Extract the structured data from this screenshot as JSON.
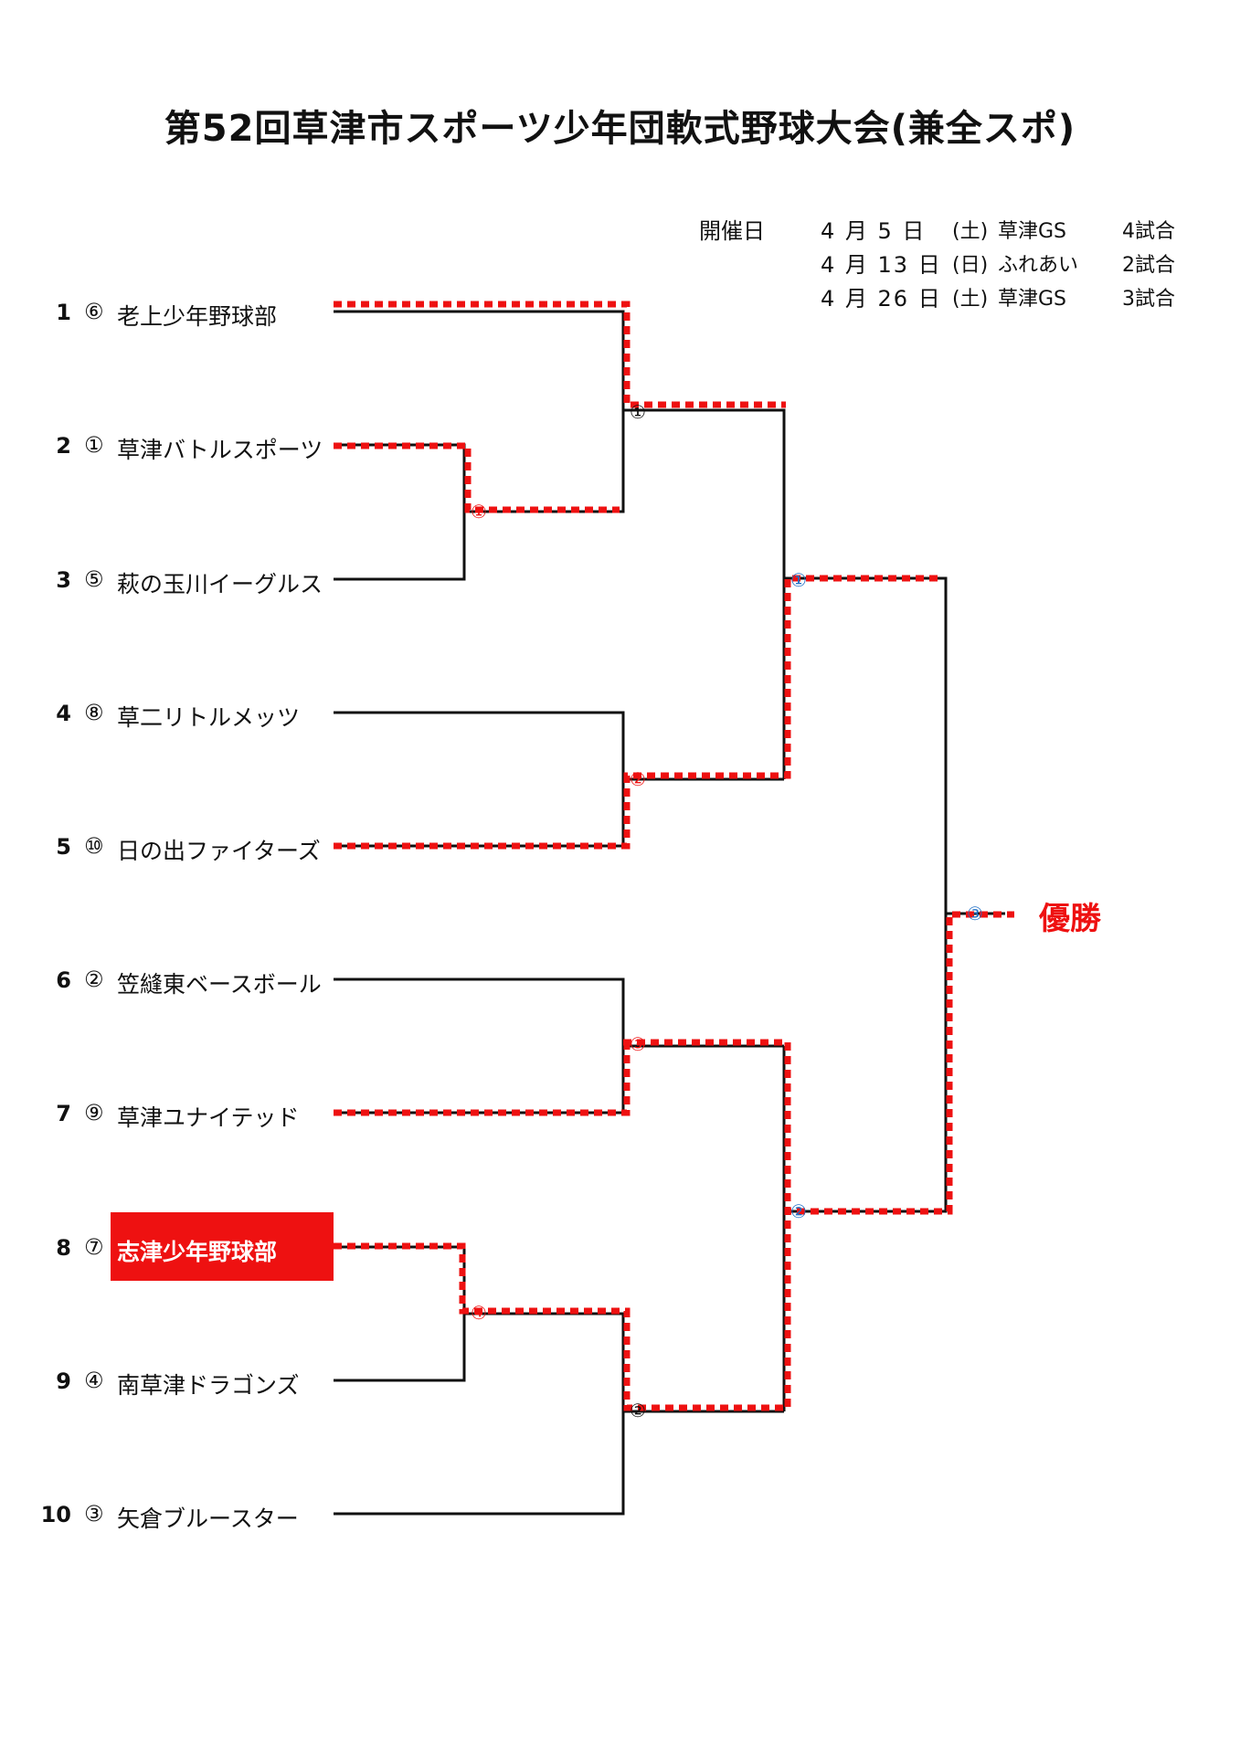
{
  "title": "第52回草津市スポーツ少年団軟式野球大会(兼全スポ)",
  "schedule": {
    "label": "開催日",
    "rows": [
      {
        "date": "4 月 5 日",
        "day": "(土)",
        "venue": "草津GS",
        "games": "4試合"
      },
      {
        "date": "4 月 13 日",
        "day": "(日)",
        "venue": "ふれあい",
        "games": "2試合"
      },
      {
        "date": "4 月 26 日",
        "day": "(土)",
        "venue": "草津GS",
        "games": "3試合"
      }
    ]
  },
  "teams": [
    {
      "seed": "1",
      "draw": "⑥",
      "name": "老上少年野球部"
    },
    {
      "seed": "2",
      "draw": "①",
      "name": "草津バトルスポーツ"
    },
    {
      "seed": "3",
      "draw": "⑤",
      "name": "萩の玉川イーグルス"
    },
    {
      "seed": "4",
      "draw": "⑧",
      "name": "草二リトルメッツ"
    },
    {
      "seed": "5",
      "draw": "⑩",
      "name": "日の出ファイターズ"
    },
    {
      "seed": "6",
      "draw": "②",
      "name": "笠縫東ベースボール"
    },
    {
      "seed": "7",
      "draw": "⑨",
      "name": "草津ユナイテッド"
    },
    {
      "seed": "8",
      "draw": "⑦",
      "name": "志津少年野球部"
    },
    {
      "seed": "9",
      "draw": "④",
      "name": "南草津ドラゴンズ"
    },
    {
      "seed": "10",
      "draw": "③",
      "name": "矢倉ブルースター"
    }
  ],
  "highlighted_team": "志津少年野球部",
  "match_labels": {
    "r1_top": "①",
    "r1_bottom": "②",
    "day1_a": "①",
    "day1_b": "②",
    "day1_c": "③",
    "day1_d": "④",
    "semi_a": "①",
    "semi_b": "②",
    "final": "③"
  },
  "champion_label": "優勝",
  "colors": {
    "winner_path": "#ee1111",
    "line": "#111111",
    "highlight_box": "#ee1111",
    "blue_label": "#1f6fc5"
  }
}
